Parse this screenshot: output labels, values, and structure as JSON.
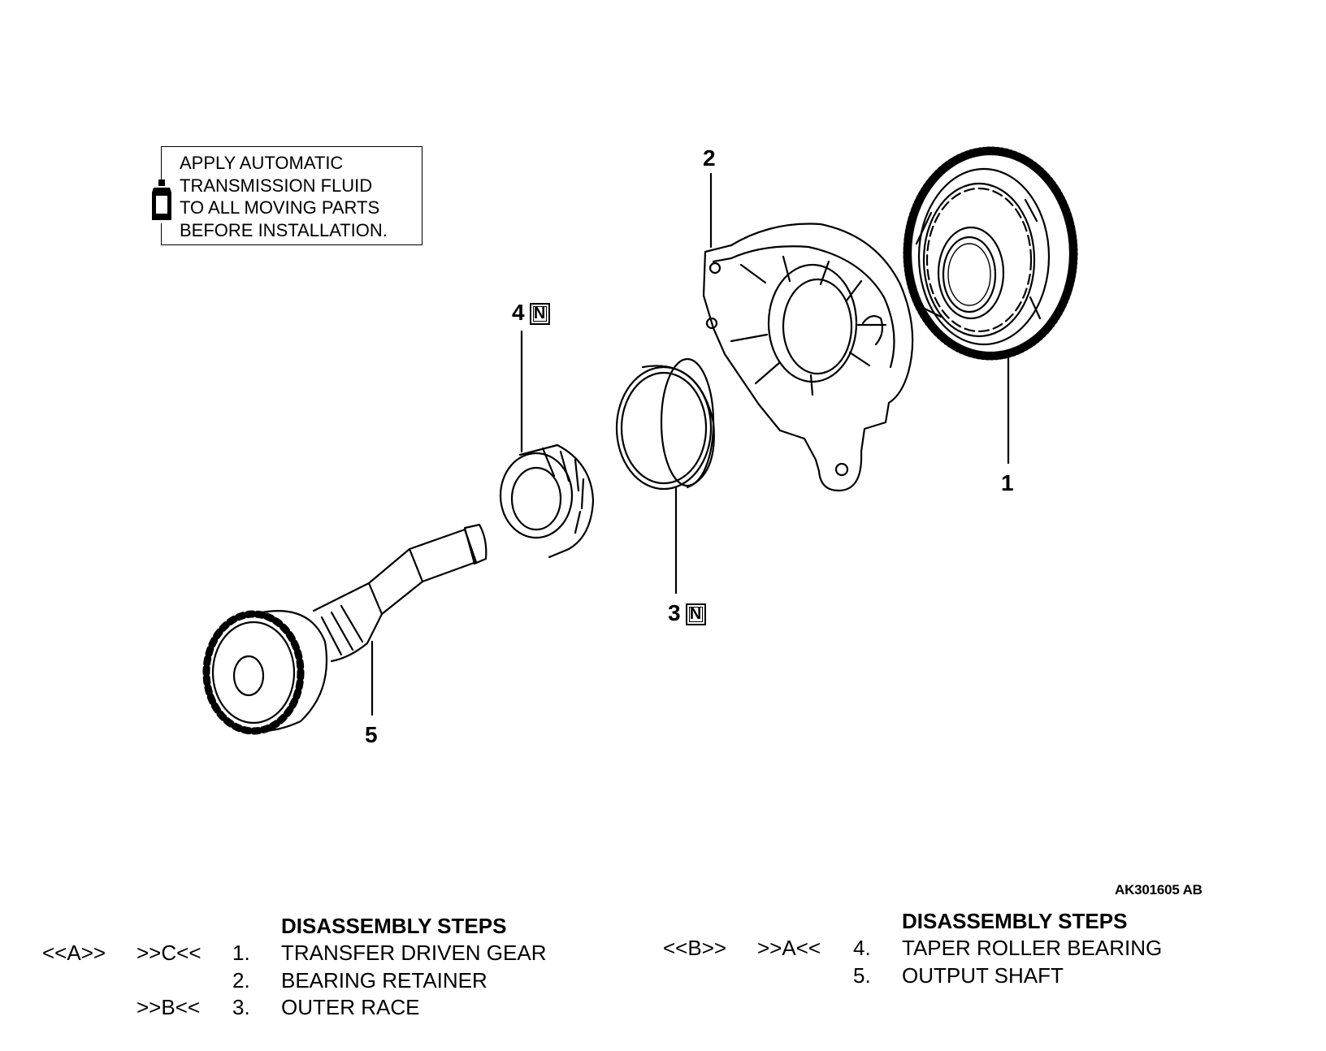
{
  "note": {
    "lines": [
      "APPLY AUTOMATIC",
      "TRANSMISSION FLUID",
      "TO ALL MOVING PARTS",
      "BEFORE INSTALLATION."
    ],
    "icon": "fluid-bottle-icon"
  },
  "callouts": [
    {
      "num": "1",
      "badge": ""
    },
    {
      "num": "2",
      "badge": ""
    },
    {
      "num": "3",
      "badge": "N"
    },
    {
      "num": "4",
      "badge": "N"
    },
    {
      "num": "5",
      "badge": ""
    }
  ],
  "figure_code": "AK301605 AB",
  "steps_left": {
    "heading": "DISASSEMBLY STEPS",
    "items": [
      {
        "removal": "<<A>>",
        "install": ">>C<<",
        "num": "1.",
        "label": "TRANSFER DRIVEN GEAR"
      },
      {
        "removal": "",
        "install": "",
        "num": "2.",
        "label": "BEARING RETAINER"
      },
      {
        "removal": "",
        "install": ">>B<<",
        "num": "3.",
        "label": "OUTER RACE"
      }
    ]
  },
  "steps_right": {
    "heading": "DISASSEMBLY STEPS",
    "items": [
      {
        "removal": "<<B>>",
        "install": ">>A<<",
        "num": "4.",
        "label": "TAPER ROLLER BEARING"
      },
      {
        "removal": "",
        "install": "",
        "num": "5.",
        "label": "OUTPUT SHAFT"
      }
    ]
  }
}
